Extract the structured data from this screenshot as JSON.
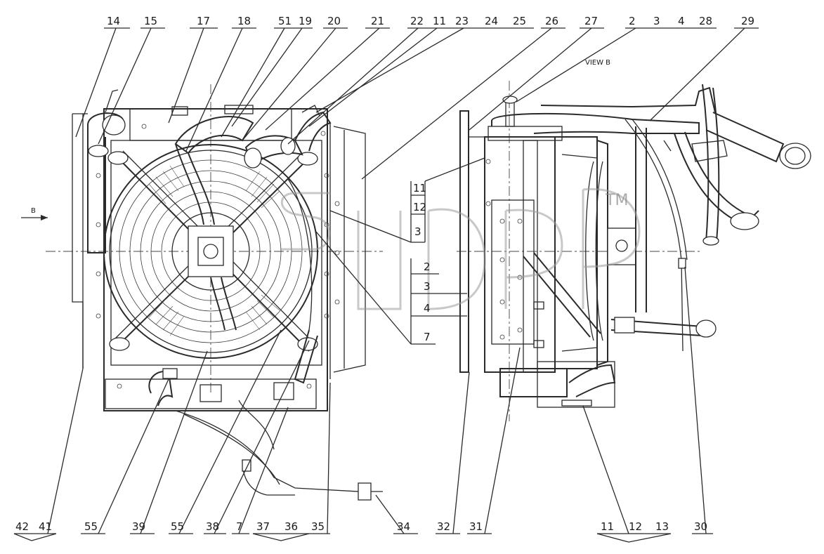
{
  "view_label": "VIEW B",
  "section_letter": "B",
  "watermark_mark": "TM",
  "top_left_labels": [
    "14",
    "15",
    "17",
    "18",
    "51",
    "19",
    "20",
    "21",
    "22",
    "11",
    "23",
    "24",
    "25",
    "26",
    "27"
  ],
  "top_right_labels": [
    "2",
    "3",
    "4",
    "28",
    "29"
  ],
  "middle_labels": [
    "11",
    "12",
    "3",
    "2",
    "3",
    "4",
    "7"
  ],
  "bottom_left_labels": [
    "42",
    "41",
    "55",
    "39",
    "55",
    "38",
    "7",
    "37",
    "36",
    "35",
    "34"
  ],
  "bottom_right_labels": [
    "32",
    "31",
    "11",
    "12",
    "13",
    "30"
  ]
}
